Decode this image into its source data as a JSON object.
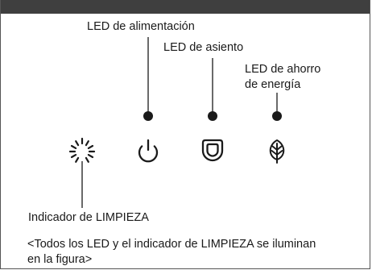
{
  "labels": {
    "power_led": "LED de alimentación",
    "seat_led": "LED de asiento",
    "eco_led_line1": "LED de ahorro",
    "eco_led_line2": "de energía",
    "cleaning_indicator": "Indicador de LIMPIEZA"
  },
  "caption": {
    "line1": "<Todos los LED y el indicador de LIMPIEZA se iluminan",
    "line2": "en la figura>"
  },
  "icons": {
    "cleaning": "sparkle-icon",
    "power": "power-icon",
    "seat": "seat-icon",
    "eco": "leaf-icon"
  },
  "colors": {
    "header_bar": "#3f3f3f",
    "ink": "#1a1a1a"
  }
}
